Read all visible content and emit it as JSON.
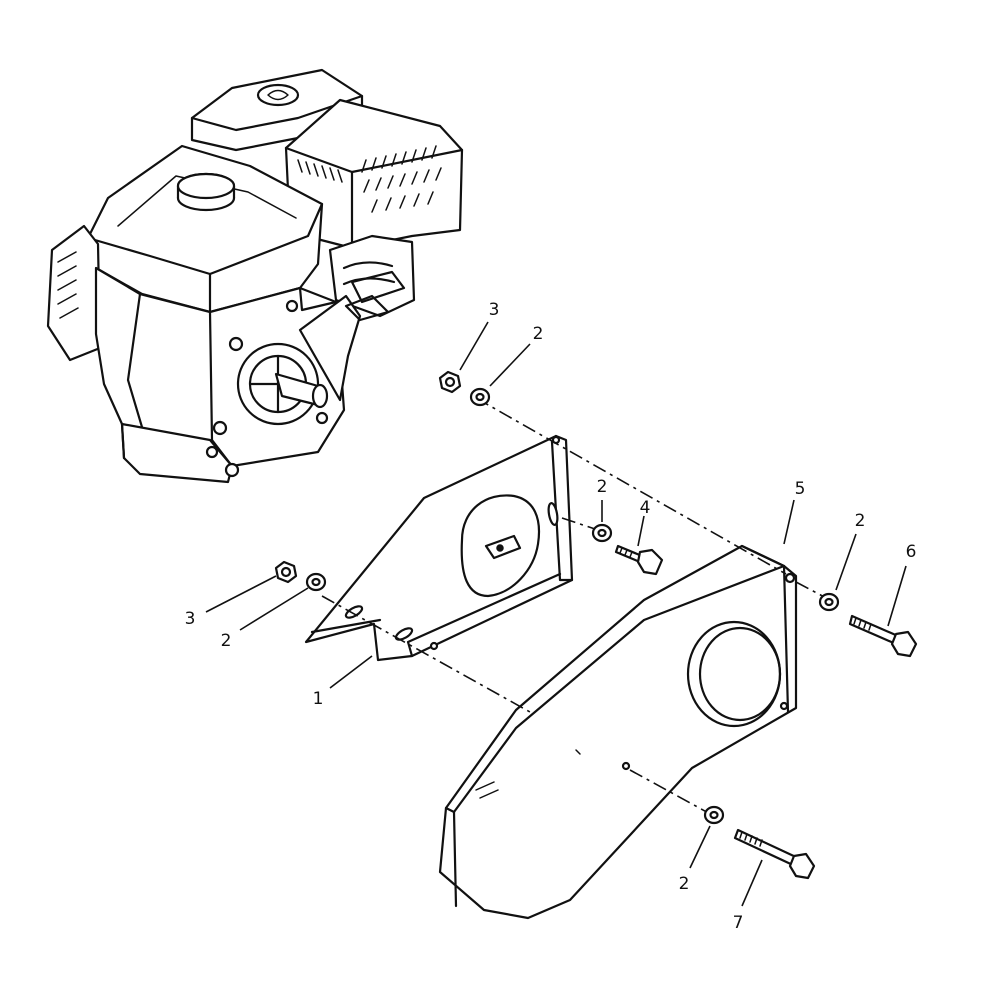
{
  "callouts": {
    "nut_upper": "3",
    "washer_upper": "2",
    "washer_mid": "2",
    "bolt_short": "4",
    "cover_label": "5",
    "washer_right": "2",
    "bolt_right": "6",
    "nut_left": "3",
    "washer_left": "2",
    "bracket_label": "1",
    "washer_lower": "2",
    "bolt_long": "7"
  }
}
